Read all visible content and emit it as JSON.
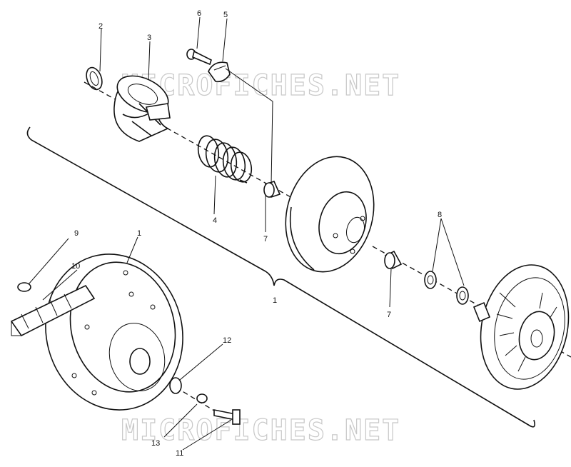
{
  "watermark": "MICROFICHES.NET",
  "callouts": {
    "c1_group": "1",
    "c1_sheave": "1",
    "c2": "2",
    "c3": "3",
    "c4": "4",
    "c5": "5",
    "c6": "6",
    "c7_upper": "7",
    "c7_lower": "7",
    "c8": "8",
    "c9": "9",
    "c10": "10",
    "c11": "11",
    "c12": "12",
    "c13": "13"
  }
}
